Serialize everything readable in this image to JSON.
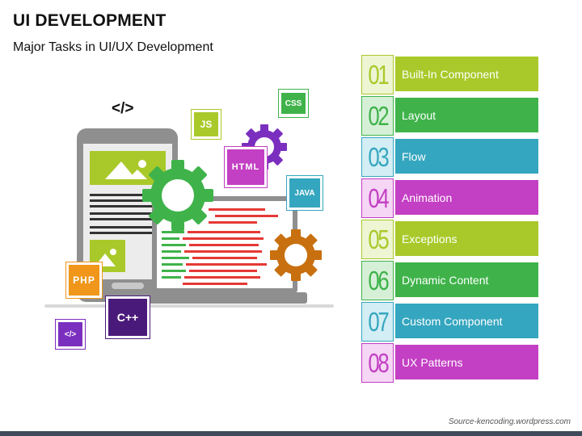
{
  "header": {
    "title": "UI DEVELOPMENT",
    "subtitle": "Major Tasks in UI/UX Development"
  },
  "illustration": {
    "code_tag": "</>",
    "chips": {
      "css": "CSS",
      "js": "JS",
      "html": "HTML",
      "java": "JAVA",
      "php": "PHP",
      "cpp": "C++",
      "code": "</>"
    }
  },
  "tasks": [
    {
      "number": "01",
      "label": "Built-In Component",
      "color": "#a9c92a",
      "light": "#eef5d3"
    },
    {
      "number": "02",
      "label": "Layout",
      "color": "#3fb34a",
      "light": "#d6f0d8"
    },
    {
      "number": "03",
      "label": "Flow",
      "color": "#35a6bf",
      "light": "#d3eef4"
    },
    {
      "number": "04",
      "label": "Animation",
      "color": "#c33fc3",
      "light": "#f5d6f5"
    },
    {
      "number": "05",
      "label": "Exceptions",
      "color": "#a9c92a",
      "light": "#eef5d3"
    },
    {
      "number": "06",
      "label": "Dynamic Content",
      "color": "#3fb34a",
      "light": "#d6f0d8"
    },
    {
      "number": "07",
      "label": "Custom Component",
      "color": "#35a6bf",
      "light": "#d3eef4"
    },
    {
      "number": "08",
      "label": "UX Patterns",
      "color": "#c33fc3",
      "light": "#f5d6f5"
    }
  ],
  "footer": {
    "source": "Source-kencoding.wordpress.com"
  }
}
